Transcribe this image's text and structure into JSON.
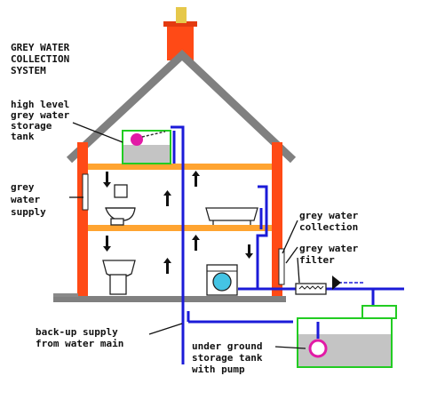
{
  "title": {
    "line1": "GREY WATER",
    "line2": "COLLECTION",
    "line3": "SYSTEM"
  },
  "labels": {
    "high_tank": [
      "high level",
      "grey water",
      "storage",
      "tank"
    ],
    "supply": [
      "grey",
      "water",
      "supply"
    ],
    "collection": [
      "grey water",
      "collection"
    ],
    "filter": [
      "grey water",
      "filter"
    ],
    "backup": [
      "back-up supply",
      "from water main"
    ],
    "underground": [
      "under ground",
      "storage tank",
      "with pump"
    ]
  },
  "colors": {
    "wall": "#ff4a16",
    "floor": "#ffa431",
    "roof": "#808080",
    "pipe": "#1b1bd8",
    "tank_fill": "#c4c4c4",
    "tank_outline": "#22cc22",
    "pump": "#e21aa6",
    "chimney_pot": "#e6c84a"
  }
}
